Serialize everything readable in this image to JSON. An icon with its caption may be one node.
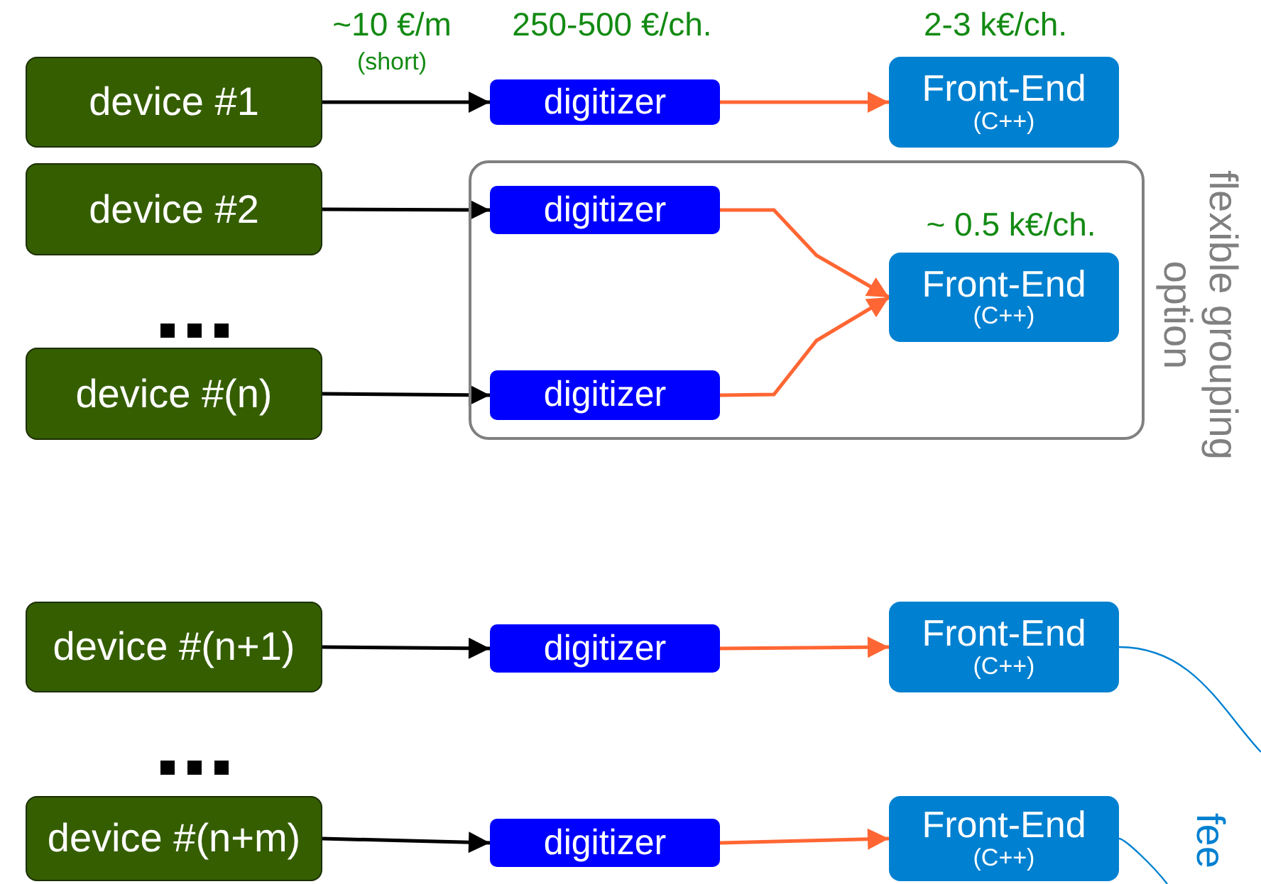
{
  "diagram": {
    "nodes": [
      {
        "text": [
          "device #1"
        ]
      },
      {
        "text": [
          "device #2"
        ]
      },
      {
        "text": [
          "device #(n)"
        ]
      },
      {
        "text": [
          "device #(n+1)"
        ]
      },
      {
        "text": [
          "device #(n+m)"
        ]
      },
      {
        "text": [
          "digitizer"
        ]
      },
      {
        "text": [
          "flexible grouping option"
        ]
      },
      {
        "text": [
          "digitizer"
        ],
        "in": 6
      },
      {
        "text": [
          "digitizer"
        ],
        "in": 6
      },
      {
        "text": [
          "Front-End",
          "(C++)"
        ]
      },
      {
        "text": [
          "Front-End",
          "(C++)"
        ],
        "in": 6
      },
      {
        "text": [
          "digitizer"
        ]
      },
      {
        "text": [
          "Front-End",
          "(C++)"
        ]
      },
      {
        "text": [
          "digitizer"
        ]
      },
      {
        "text": [
          "Front-End",
          "(C++)"
        ]
      }
    ],
    "edges": [
      {
        "from": 0,
        "to": 5,
        "arrow": "to"
      },
      {
        "from": 1,
        "to": 7,
        "arrow": "to"
      },
      {
        "from": 2,
        "to": 8,
        "arrow": "to"
      },
      {
        "from": 3,
        "to": 11,
        "arrow": "to"
      },
      {
        "from": 4,
        "to": 13,
        "arrow": "to"
      },
      {
        "from": 5,
        "to": 9,
        "arrow": "to",
        "color": "#ff6633"
      },
      {
        "from": 7,
        "to": 10,
        "arrow": "to",
        "color": "#ff6633"
      },
      {
        "from": 8,
        "to": 10,
        "arrow": "to",
        "color": "#ff6633"
      },
      {
        "from": 11,
        "to": 12,
        "arrow": "to",
        "color": "#ff6633"
      },
      {
        "from": 13,
        "to": 14,
        "arrow": "to",
        "color": "#ff6633"
      },
      {
        "from": 12,
        "to": null,
        "arrow": "none",
        "color": "#0080d0"
      },
      {
        "from": 14,
        "to": null,
        "arrow": "none",
        "color": "#0080d0"
      }
    ],
    "labels": [
      "~10 €/m",
      "250-500 €/ch.",
      "2-3 k€/ch.",
      "(short)",
      "~ 0.5 k€/ch.",
      "fee"
    ]
  }
}
